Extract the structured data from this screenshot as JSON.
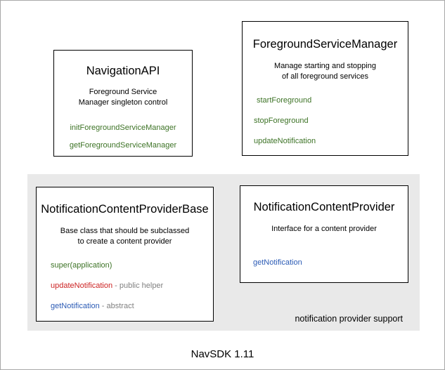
{
  "diagram": {
    "footer_version": "NavSDK 1.11",
    "colors": {
      "method_green": "#3d7326",
      "method_red": "#cc2222",
      "method_blue": "#2b5bb5",
      "note_gray": "#808080",
      "panel_fill": "#e9e9e9",
      "box_border": "#000000",
      "page_border": "#a8a8a8"
    },
    "boxes": {
      "navigation_api": {
        "title": "NavigationAPI",
        "description_line1": "Foreground Service",
        "description_line2": "Manager singleton control",
        "methods": [
          {
            "name": "initForegroundServiceManager",
            "note": ""
          },
          {
            "name": "getForegroundServiceManager",
            "note": ""
          }
        ]
      },
      "foreground_service_manager": {
        "title": "ForegroundServiceManager",
        "description_line1": "Manage starting and stopping",
        "description_line2": "of all foreground services",
        "methods": [
          {
            "name": "startForeground",
            "note": ""
          },
          {
            "name": "stopForeground",
            "note": ""
          },
          {
            "name": "updateNotification",
            "note": ""
          }
        ]
      },
      "notification_content_provider_base": {
        "title": "NotificationContentProviderBase",
        "description_line1": "Base class that should be subclassed",
        "description_line2": "to create a content provider",
        "methods": [
          {
            "name": "super(application)",
            "note": ""
          },
          {
            "name": "updateNotification",
            "note": " - public helper"
          },
          {
            "name": "getNotification",
            "note": " - abstract"
          }
        ]
      },
      "notification_content_provider": {
        "title": "NotificationContentProvider",
        "description_line1": "Interface for a content provider",
        "description_line2": "",
        "methods": [
          {
            "name": "getNotification",
            "note": ""
          }
        ]
      }
    },
    "panel": {
      "caption": "notification provider support"
    }
  }
}
